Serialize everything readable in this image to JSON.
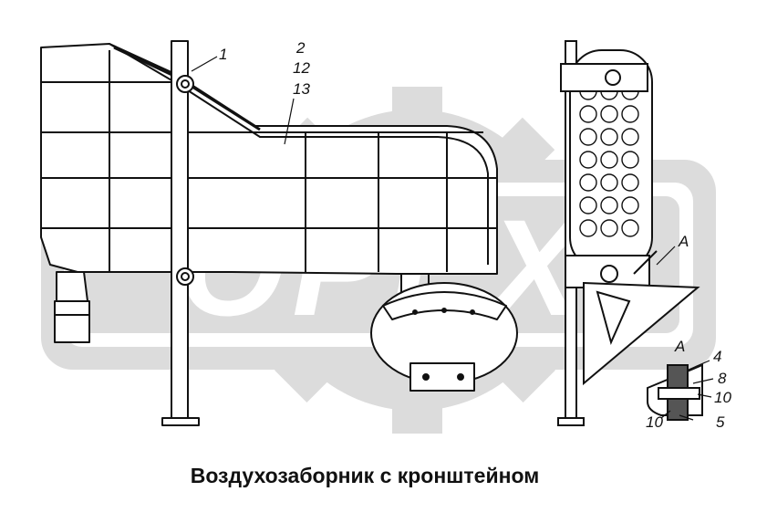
{
  "caption": "Воздухозаборник с кронштейном",
  "watermark": {
    "text": "OPEX",
    "color": "#d9d9d9"
  },
  "callouts": {
    "c1": "1",
    "c2": "2",
    "c12": "12",
    "c13": "13",
    "viewA": "A",
    "detailA": "A",
    "d4": "4",
    "d8": "8",
    "d10a": "10",
    "d10b": "10",
    "d5": "5"
  }
}
